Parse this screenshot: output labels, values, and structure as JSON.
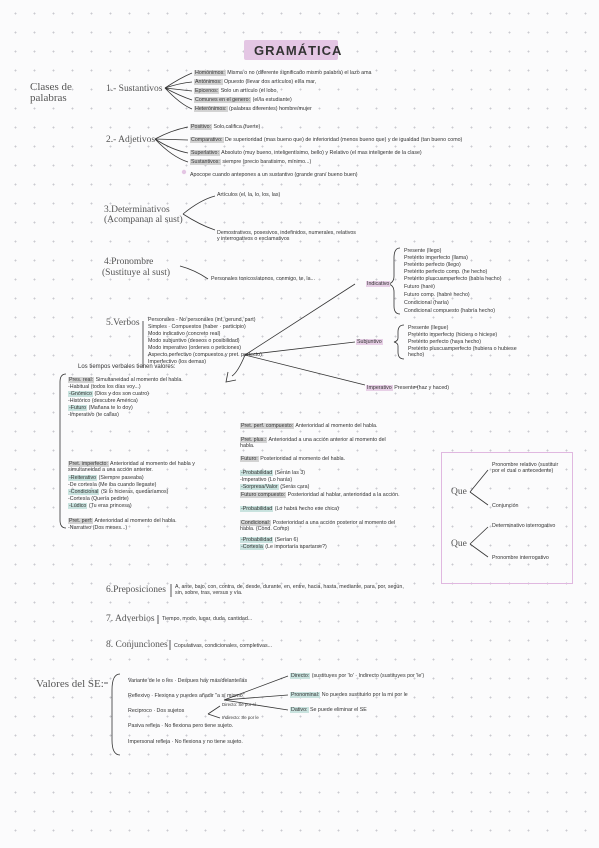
{
  "title": "GRAMÁTICA",
  "clases": {
    "heading": "Clases de palabras"
  },
  "sustantivos": {
    "heading": "1.- Sustantivos",
    "items": [
      {
        "label": "Homónimos:",
        "text": "Misma o no (diferente significado mismo palabra) el lazo ama"
      },
      {
        "label": "Antónimos:",
        "text": "Opuesto (llevar dos artículos) el/la mar,"
      },
      {
        "label": "Epicenos:",
        "text": "Solo un artículo (el lobo,"
      },
      {
        "label": "Comunes en el genero:",
        "text": "(el/la estudiante)"
      },
      {
        "label": "Heterónimos:",
        "text": "(palabras diferentes) hombre/mujer"
      }
    ]
  },
  "adjetivos": {
    "heading": "2.- Adjetivos",
    "items": [
      {
        "label": "Positivo:",
        "text": "Solo califica (fuerte)"
      },
      {
        "label": "Comparativo:",
        "text": "De superioridad (mas bueno que) de inferioridad (menos bueno que) y de igualdad (tan bueno como)"
      },
      {
        "label": "Superlativo:",
        "text": "Absoluto (muy bueno, inteligentísimo, bello) y Relativo (el mas inteligente de la clase)"
      },
      {
        "label": "Sustantivos:",
        "text": "siempre (precio baratisimo, mínimo...)"
      }
    ],
    "note": "Apocope cuando antepones a un sustantivo (grande gran/ bueno buen)"
  },
  "determinativos": {
    "heading": "3.Determinativos",
    "sub": "(Acompanan al sust)",
    "top": "Artículos (el, la, lo, los, las)",
    "bottom": "Demostrativos, posesivos, indefinidos, numerales, relativos y interrogativos o exclamativos"
  },
  "pronombre": {
    "heading": "4.Pronombre",
    "sub": "(Sustituye al sust)",
    "text": "Personales tonicos/atonos, conmigo, te, la..."
  },
  "verbos": {
    "heading": "5.Verbos",
    "lines": [
      "Personales - No personales (inf, gerund, part)",
      "Simples · Compuestos (haber · participio)",
      "Modo indicativo (concreto real)",
      "Modo subjuntivo (deseos o posibilidad)",
      "Modo imperativo (ordenes o peticiones)",
      "Aspecto perfectivo (compuestos y pret. perfecto)",
      "Imperfectivo (los demas)"
    ],
    "indicativo": {
      "label": "Indicativo",
      "items": [
        "Presente (llego)",
        "Pretérito imperfecto (llama)",
        "Pretérito perfecto (llego)",
        "Pretérito perfecto comp. (he hecho)",
        "Pretérito pluscuamperfecto (había hecho)",
        "Futuro (haré)",
        "Futuro comp. (habré hecho)",
        "Condicional (haría)",
        "Condicional compuesto (habría hecho)"
      ]
    },
    "subjuntivo": {
      "label": "Subjuntivo",
      "items": [
        "Presente (llegue)",
        "Pretérito imperfecto (hiciera o hiciese)",
        "Pretérito perfecto (haya hecho)",
        "Pretérito pluscuamperfecto (hubiera o hubiese hecho)"
      ]
    },
    "imperativo": {
      "label": "Imperativo",
      "text": "Presente (haz y haced)"
    }
  },
  "valores_verbales": {
    "heading": "Los tiempos verbales tienen valores:",
    "left": [
      {
        "hl": "g",
        "label": "Pres. real:",
        "text": "Simultaneidad al momento del habla."
      },
      {
        "hl": "",
        "label": "-Habitual",
        "text": "(todos los días voy...)"
      },
      {
        "hl": "t",
        "label": "-Gnómico",
        "text": "(Dios y dos son cuatro)"
      },
      {
        "hl": "",
        "label": "-Histórico",
        "text": "(descubre América)"
      },
      {
        "hl": "t",
        "label": "-Futuro",
        "text": "(Mañana te lo doy)"
      },
      {
        "hl": "",
        "label": "-Imperativo",
        "text": "(te callas)"
      },
      {
        "hl": "g",
        "label": "Pret. imperfecto:",
        "text": "Anterioridad al momento del habla y simultaneidad a una acción anterior."
      },
      {
        "hl": "t",
        "label": "-Reiterativo",
        "text": "(Siempre paseaba)"
      },
      {
        "hl": "",
        "label": "-De cortesía",
        "text": "(Me iba cuando llegaste)"
      },
      {
        "hl": "t",
        "label": "-Condicional",
        "text": "(Si lo hicieras, quedaríamos)"
      },
      {
        "hl": "",
        "label": "-Cortesía",
        "text": "(Quería pedirte)"
      },
      {
        "hl": "t",
        "label": "-Lúdico",
        "text": "(Tu eras princesa)"
      },
      {
        "hl": "g",
        "label": "Pret. perf:",
        "text": "Anterioridad al momento del habla."
      },
      {
        "hl": "",
        "label": "-Narrativo",
        "text": "(Dos meses...)"
      }
    ],
    "middle": [
      {
        "hl": "g",
        "label": "Pret. perf. compuesto:",
        "text": "Anterioridad al momento del habla."
      },
      {
        "hl": "g",
        "label": "Pret. plus.:",
        "text": "Anterioridad a una acción anterior al momento del habla."
      },
      {
        "hl": "g",
        "label": "Futuro:",
        "text": "Posterioridad al momento del habla."
      },
      {
        "hl": "t",
        "label": "-Probabilidad",
        "text": "(Serán las 3)"
      },
      {
        "hl": "",
        "label": "-Imperativo",
        "text": "(Lo harás)"
      },
      {
        "hl": "t",
        "label": "-Sorpresa/Valor",
        "text": "(Serás cara)"
      },
      {
        "hl": "g",
        "label": "Futuro compuesto:",
        "text": "Posterioridad al hablar, anterioridad a la acción."
      },
      {
        "hl": "t",
        "label": "-Probabilidad",
        "text": "(Lo habrá hecho ese chica)"
      },
      {
        "hl": "g",
        "label": "Condicional:",
        "text": "Posterioridad a una acción posterior al momento del habla. (Cond. Comp)"
      },
      {
        "hl": "t",
        "label": "-Probabilidad",
        "text": "(Serían 6)"
      },
      {
        "hl": "t",
        "label": "-Cortesía",
        "text": "(Le importaría apartarse?)"
      }
    ]
  },
  "que_box": {
    "que": "Que",
    "a_top": "Pronombre relativo (sustituir por el cual o antecedente)",
    "a_bottom": "Conjunción",
    "b_top": "Determinativo interrogativo",
    "b_bottom": "Pronombre interrogativo"
  },
  "preposiciones": {
    "heading": "6.Preposiciones",
    "text": "A, ante, bajo, con, contra, de, desde, durante, en, entre, hacia, hasta, mediante, para, por, según, sin, sobre, tras, versus y vía."
  },
  "adverbios": {
    "heading": "7. Adverbios",
    "text": "Tiempo, modo, lugar, duda, cantidad..."
  },
  "conjunciones": {
    "heading": "8. Conjunciones",
    "text": "Copulativas, condicionales, completivas..."
  },
  "valores_se": {
    "heading": "Valores del SE:",
    "items": [
      "Variante de le o les · Despues hay más/delante/las",
      "Reflexivo · Flexiona y puedes añadir \"a sí mismo\"",
      "Reciproco · Dos sujetos",
      "Pasiva refleja · No flexiona pero tiene sujeto.",
      "Impersonal refleja · No flexiona y no tiene sujeto."
    ],
    "recip_a": "Directo: Se por sí",
    "recip_b": "Indirecto: Se por le",
    "right": [
      {
        "label": "Directo:",
        "text": "(sustituyes por 'lo' · Indirecto (sustituyes por 'le')"
      },
      {
        "label": "Pronominal:",
        "text": "No puedes sustituirlo por la mi por le"
      },
      {
        "label": "Dativo:",
        "text": "Se puede eliminar el SE"
      }
    ]
  },
  "colors": {
    "accent_pink": "#e4c6e4",
    "highlight_teal": "#c9e3df",
    "highlight_gray": "#d3d3d3"
  }
}
